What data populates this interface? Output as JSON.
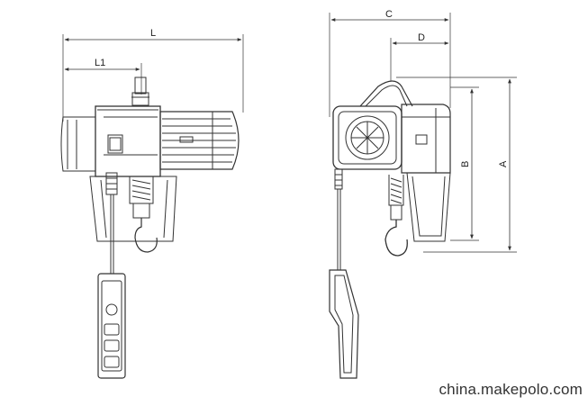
{
  "dimensions": {
    "L": "L",
    "L1": "L1",
    "C": "C",
    "D": "D",
    "A": "A",
    "B": "B"
  },
  "watermark": "china.makepolo.com"
}
